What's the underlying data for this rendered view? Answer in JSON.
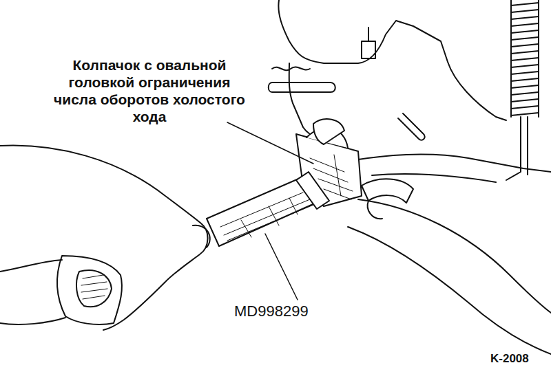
{
  "diagram": {
    "labels": [
      "Колпачок с овальной головкой ограничения числа оборотов холостого хода",
      "MD998299",
      "K-2008"
    ]
  }
}
